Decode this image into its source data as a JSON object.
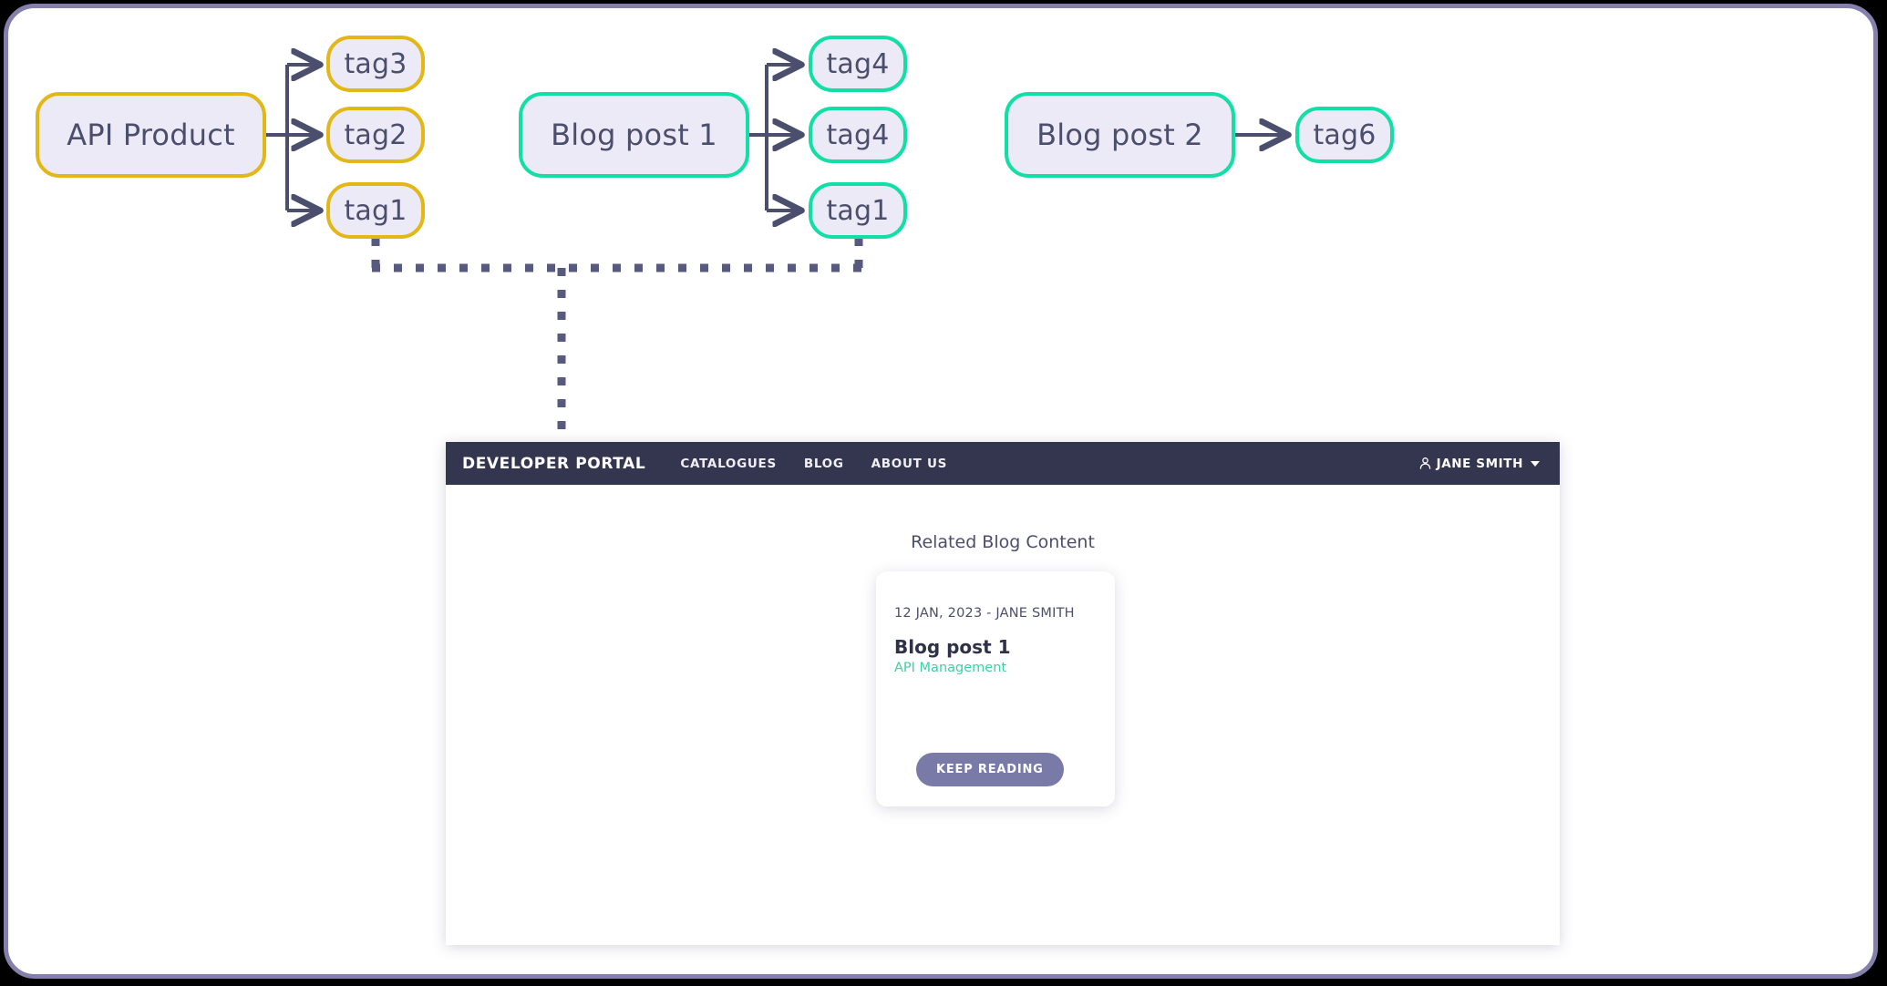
{
  "diagram": {
    "nodes": [
      {
        "id": "api-product",
        "label": "API Product",
        "color_name": "gold",
        "color": "#e2b818"
      },
      {
        "id": "tag3-gold",
        "label": "tag3",
        "color_name": "gold",
        "color": "#e2b818"
      },
      {
        "id": "tag2-gold",
        "label": "tag2",
        "color_name": "gold",
        "color": "#e2b818"
      },
      {
        "id": "tag1-gold",
        "label": "tag1",
        "color_name": "gold",
        "color": "#e2b818"
      },
      {
        "id": "blog-post-1",
        "label": "Blog post 1",
        "color_name": "teal",
        "color": "#12dfa6"
      },
      {
        "id": "tag4-teal-a",
        "label": "tag4",
        "color_name": "teal",
        "color": "#12dfa6"
      },
      {
        "id": "tag4-teal-b",
        "label": "tag4",
        "color_name": "teal",
        "color": "#12dfa6"
      },
      {
        "id": "tag1-teal",
        "label": "tag1",
        "color_name": "teal",
        "color": "#12dfa6"
      },
      {
        "id": "blog-post-2",
        "label": "Blog post 2",
        "color_name": "teal",
        "color": "#12dfa6"
      },
      {
        "id": "tag6-teal",
        "label": "tag6",
        "color_name": "teal",
        "color": "#12dfa6"
      }
    ],
    "node_fill": "#eceaf7",
    "connector_color": "#4c4e6d",
    "frame_border_color": "#8480ab"
  },
  "portal": {
    "brand": "DEVELOPER PORTAL",
    "header_bg": "#343650",
    "nav": [
      {
        "label": "CATALOGUES"
      },
      {
        "label": "BLOG"
      },
      {
        "label": "ABOUT US"
      }
    ],
    "user": {
      "name": "JANE SMITH"
    },
    "body": {
      "section_title": "Related Blog Content",
      "card": {
        "meta": "12 JAN, 2023 - JANE SMITH",
        "title": "Blog post 1",
        "tag": "API Management",
        "tag_color": "#3ed0a2",
        "button_label": "KEEP READING",
        "button_color": "#7a7aa8"
      }
    }
  }
}
